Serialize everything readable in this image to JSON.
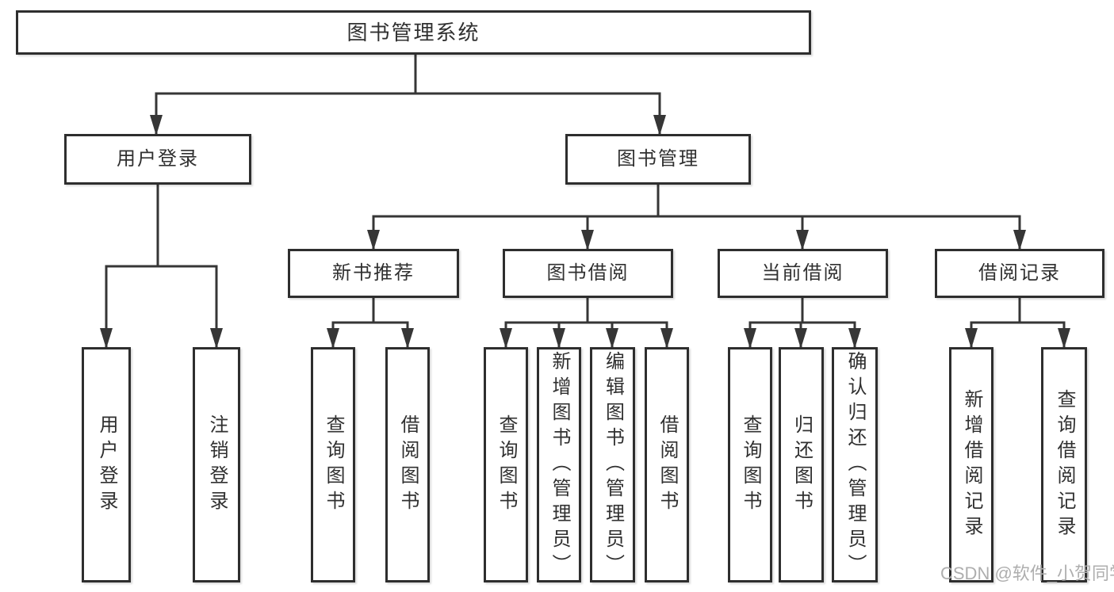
{
  "diagram": {
    "root": {
      "label": "图书管理系统"
    },
    "branches": [
      {
        "label": "用户登录",
        "children": [
          "用户登录",
          "注销登录"
        ]
      },
      {
        "label": "图书管理",
        "sections": [
          {
            "label": "新书推荐",
            "children": [
              "查询图书",
              "借阅图书"
            ]
          },
          {
            "label": "图书借阅",
            "children": [
              "查询图书",
              "新增图书（管理员）",
              "编辑图书（管理员）",
              "借阅图书"
            ]
          },
          {
            "label": "当前借阅",
            "children": [
              "查询图书",
              "归还图书",
              "确认归还（管理员）"
            ]
          },
          {
            "label": "借阅记录",
            "children": [
              "新增借阅记录",
              "查询借阅记录"
            ]
          }
        ]
      }
    ]
  },
  "watermark": {
    "text": "CSDN @软件_小贺同学"
  },
  "colors": {
    "line": "#363636",
    "box_border": "#2e2e2e",
    "text": "#303030",
    "watermark": "#aeaeae",
    "background": "#ffffff"
  }
}
